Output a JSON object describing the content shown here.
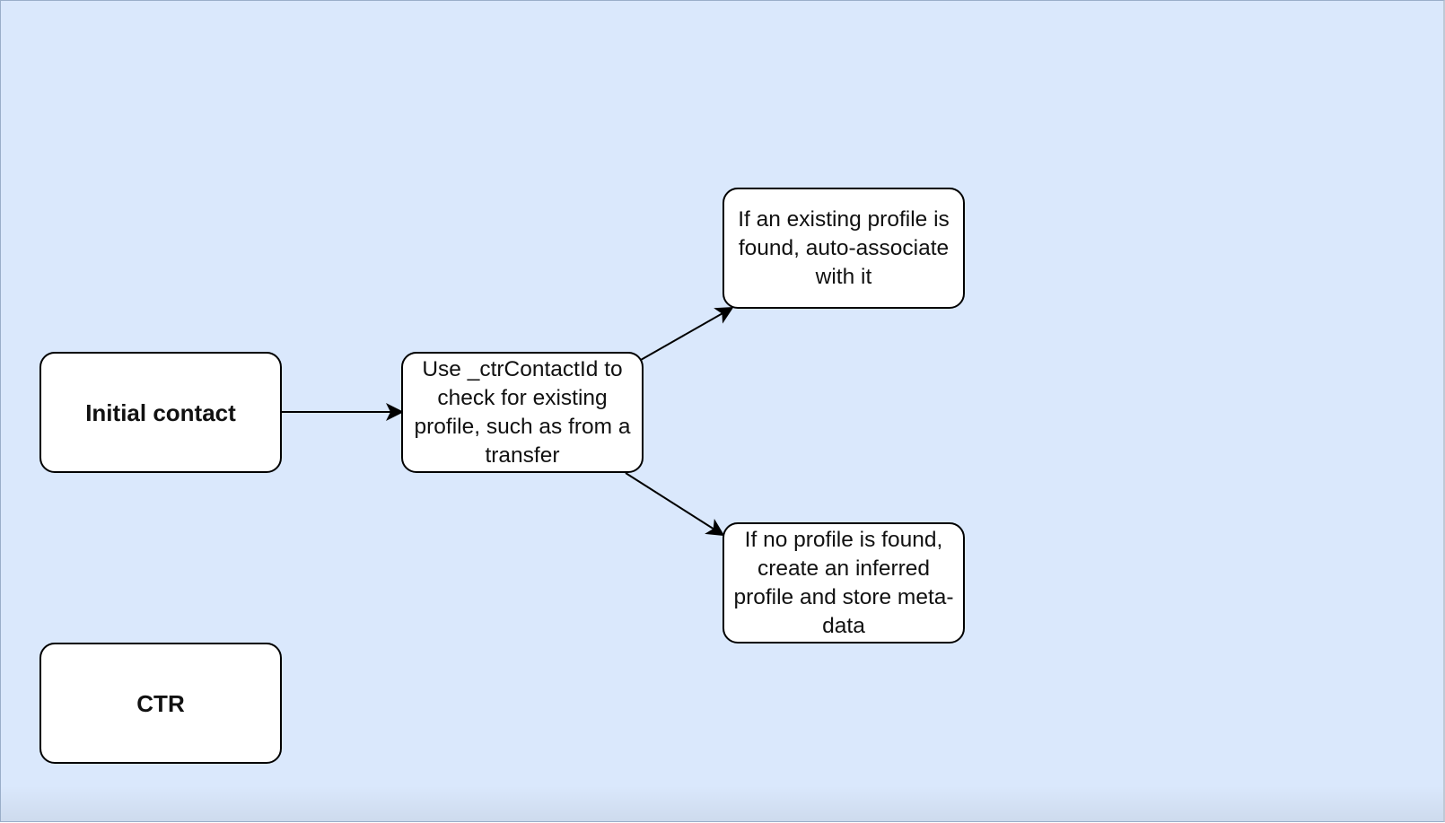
{
  "diagram": {
    "nodes": {
      "initial_contact": "Initial contact",
      "check_profile": "Use _ctrContactId to check for existing profile, such as from a transfer",
      "existing_found": "If an existing profile is found, auto-associate with it",
      "none_found": "If no profile is found, create an inferred profile and store meta-data",
      "ctr": "CTR"
    },
    "edges": [
      {
        "from": "initial_contact",
        "to": "check_profile"
      },
      {
        "from": "check_profile",
        "to": "existing_found"
      },
      {
        "from": "check_profile",
        "to": "none_found"
      }
    ]
  },
  "colors": {
    "background": "#dae8fc",
    "node_fill": "#ffffff",
    "stroke": "#000000"
  }
}
